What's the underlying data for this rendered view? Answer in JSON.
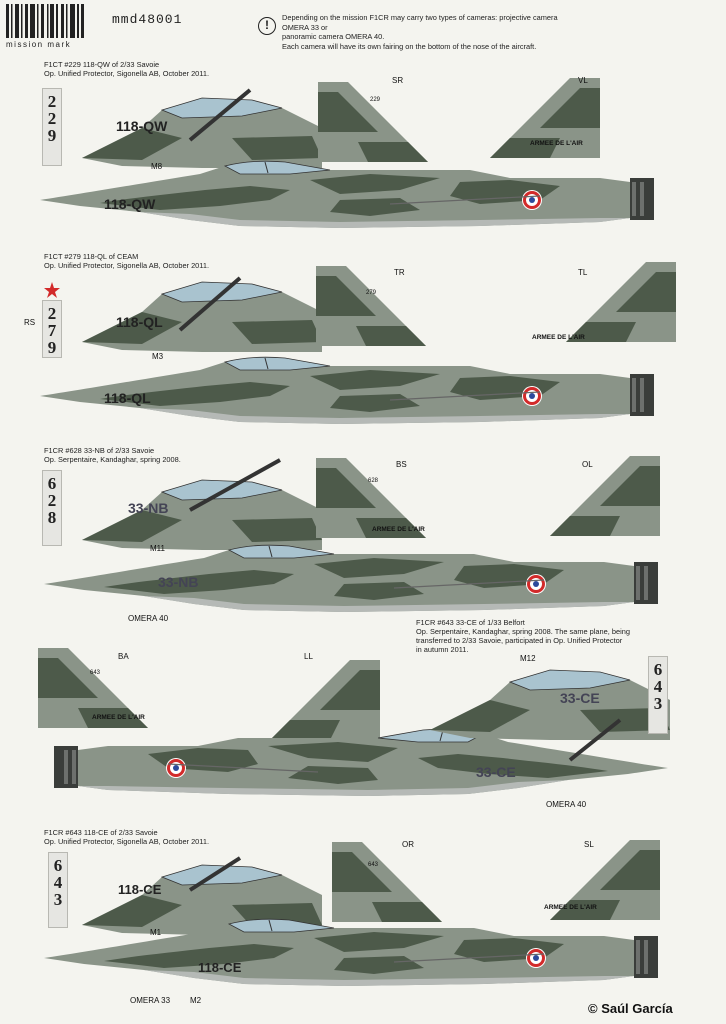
{
  "header": {
    "logo_text": "mission mark",
    "product_code": "mmd48001",
    "warning_icon": "exclamation-circle-icon",
    "note_lines": [
      "Depending on the mission F1CR may carry two types of cameras: projective camera OMERA 33 or",
      "panoramic camera OMERA 40.",
      "Each camera will have its own fairing on the bottom of the nose of the aircraft."
    ]
  },
  "profiles": [
    {
      "caption_line1": "F1CT #229 118-QW of 2/33 Savoie",
      "caption_line2": "Op. Unified Protector, Sigonella AB, October 2011.",
      "code_digits": [
        "2",
        "2",
        "9"
      ],
      "code_letter": "118-QW",
      "fin_number": "229",
      "label_sr": "SR",
      "label_vl": "VL",
      "label_m": "M8",
      "wing_text": "ARMEE DE L'AIR"
    },
    {
      "caption_line1": "F1CT #279 118-QL of CEAM",
      "caption_line2": "Op. Unified Protector, Sigonella AB, October 2011.",
      "code_digits": [
        "2",
        "7",
        "9"
      ],
      "code_letter": "118-QL",
      "fin_number": "279",
      "label_rs": "RS",
      "label_tr": "TR",
      "label_tl": "TL",
      "label_m": "M3",
      "wing_text": "ARMEE DE L'AIR"
    },
    {
      "caption_line1": "F1CR #628 33-NB of 2/33 Savoie",
      "caption_line2": "Op. Serpentaire, Kandaghar, spring 2008.",
      "code_digits": [
        "6",
        "2",
        "8"
      ],
      "code_letter": "33-NB",
      "fin_number": "628",
      "label_bs": "BS",
      "label_ol": "OL",
      "label_m": "M11",
      "label_camera": "OMERA 40",
      "wing_text": "ARMEE DE L'AIR"
    },
    {
      "caption_line1": "F1CR #643 33-CE of 1/33 Belfort",
      "caption_line2": "Op. Serpentaire, Kandaghar, spring 2008. The same plane, being",
      "caption_line3": "transferred to 2/33 Savoie, participated in Op. Unified Protector",
      "caption_line4": "in autumn 2011.",
      "code_digits": [
        "6",
        "4",
        "3"
      ],
      "code_letter": "33-CE",
      "fin_number": "643",
      "label_ba": "BA",
      "label_ll": "LL",
      "label_m": "M12",
      "label_camera": "OMERA 40",
      "wing_text": "ARMEE DE L'AIR"
    },
    {
      "caption_line1": "F1CR #643 118-CE of 2/33 Savoie",
      "caption_line2": "Op. Unified Protector, Sigonella AB, October 2011.",
      "code_digits": [
        "6",
        "4",
        "3"
      ],
      "code_letter": "118-CE",
      "fin_number": "643",
      "label_or": "OR",
      "label_sl": "SL",
      "label_m1": "M1",
      "label_m2": "M2",
      "label_camera": "OMERA 33",
      "wing_text": "ARMEE DE L'AIR"
    }
  ],
  "copyright": "© Saúl García",
  "colors": {
    "camo_dark": "#4d5a4a",
    "camo_light": "#8a9488",
    "belly_grey": "#b5b9b6",
    "canopy": "#a9c3cf",
    "roundel_red": "#d22a2a",
    "roundel_blue": "#2c4a9c"
  }
}
